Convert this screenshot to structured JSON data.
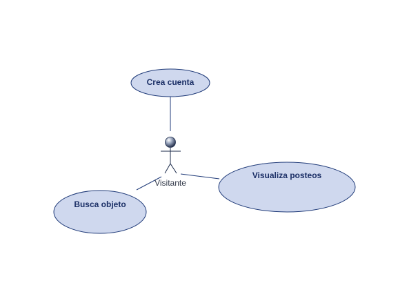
{
  "diagram": {
    "actor": {
      "name": "Visitante"
    },
    "use_cases": [
      {
        "label": "Crea cuenta"
      },
      {
        "label": "Visualiza posteos"
      },
      {
        "label": "Busca objeto"
      }
    ],
    "colors": {
      "use_case_fill": "#cfd8ee",
      "use_case_stroke": "#1f3a78",
      "use_case_text": "#1b2f66",
      "actor_text": "#333a4a",
      "background": "#ffffff"
    }
  }
}
